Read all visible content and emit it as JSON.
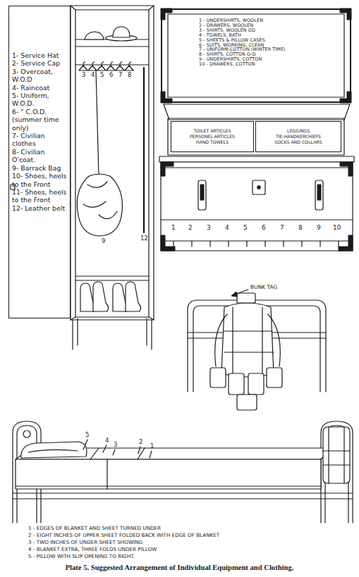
{
  "diagram": {
    "caption": "Plate 5. Suggested Arrangement of Individual Equipment and Clothing.",
    "nodes": [
      {
        "text": [
          "1- Service Hat",
          "2- Service Cap",
          "3- Overcoat, W.O.D",
          "4- Raincoat",
          "5- Uniform, W.O.D.",
          "6- \" C.O.D. (summer time only)",
          "7- Civilian clothes",
          "8- Civilian O'coat.",
          "9- Barrack Bag",
          "10- Shoes, heels to the Front",
          "11- Shoes, heels to the Front",
          "12- Leather belt"
        ]
      },
      {
        "text": [
          "1 - UNDERSHIRTS, WOOLEN",
          "2 - DRAWERS, WOOLEN",
          "3 - SHIRTS, WOOLEN OD",
          "4 - TOWELS, BATH",
          "5 - SHEETS & PILLOW CASES",
          "6 - SUITS, WORKING, CLEAN",
          "7 - UNIFORM-COTTON (WINTER TIME)",
          "8 - SHIRTS, COTTON O-D",
          "9 - UNDERSHIRTS, COTTON",
          "10 - DRAWERS, COTTON"
        ]
      },
      {
        "text": [
          "TOILET ARTICLES",
          "PERSONEL ARTICLES",
          "HAND TOWELS"
        ]
      },
      {
        "text": [
          "LEGGINGS",
          "TIE-HANDKERCHIEFS",
          "SOCKS AND COLLARS"
        ]
      }
    ],
    "labels": [
      "3",
      "4",
      "5",
      "6",
      "7",
      "8",
      "12",
      "9",
      "1",
      "2",
      "3",
      "4",
      "5",
      "6",
      "7",
      "8",
      "9",
      "10",
      "BUNK TAG",
      "5",
      "4",
      "3",
      "2",
      "1",
      "1 - EDGES OF BLANKET AND SHEET TURNED UNDER",
      "2 - EIGHT INCHES OF UPPER SHEET FOLDED BACK WITH EDGE OF BLANKET",
      "3 - TWO INCHES OF UNDER SHEET SHOWING",
      "4 - BLANKET EXTRA, THREE FOLDS UNDER PILLOW",
      "5 - PILLOW WITH SLIP OPENING TO RIGHT."
    ]
  }
}
